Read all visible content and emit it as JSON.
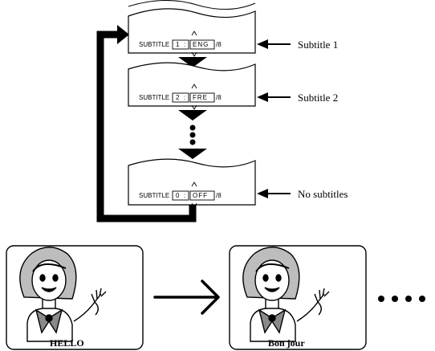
{
  "screens": [
    {
      "label": "SUBTITLE",
      "field_left": "1",
      "separator": ":",
      "field_right": "ENG",
      "total": "/8",
      "annotation": "Subtitle 1"
    },
    {
      "label": "SUBTITLE",
      "field_left": "2",
      "separator": ":",
      "field_right": "FRE",
      "total": "/8",
      "annotation": "Subtitle 2"
    },
    {
      "label": "SUBTITLE",
      "field_left": "0",
      "separator": ":",
      "field_right": "OFF",
      "total": "/8",
      "annotation": "No subtitles"
    }
  ],
  "panels": [
    {
      "caption": "HELLO"
    },
    {
      "caption": "Bon jour"
    }
  ],
  "colors": {
    "line": "#000000",
    "background": "#ffffff"
  }
}
